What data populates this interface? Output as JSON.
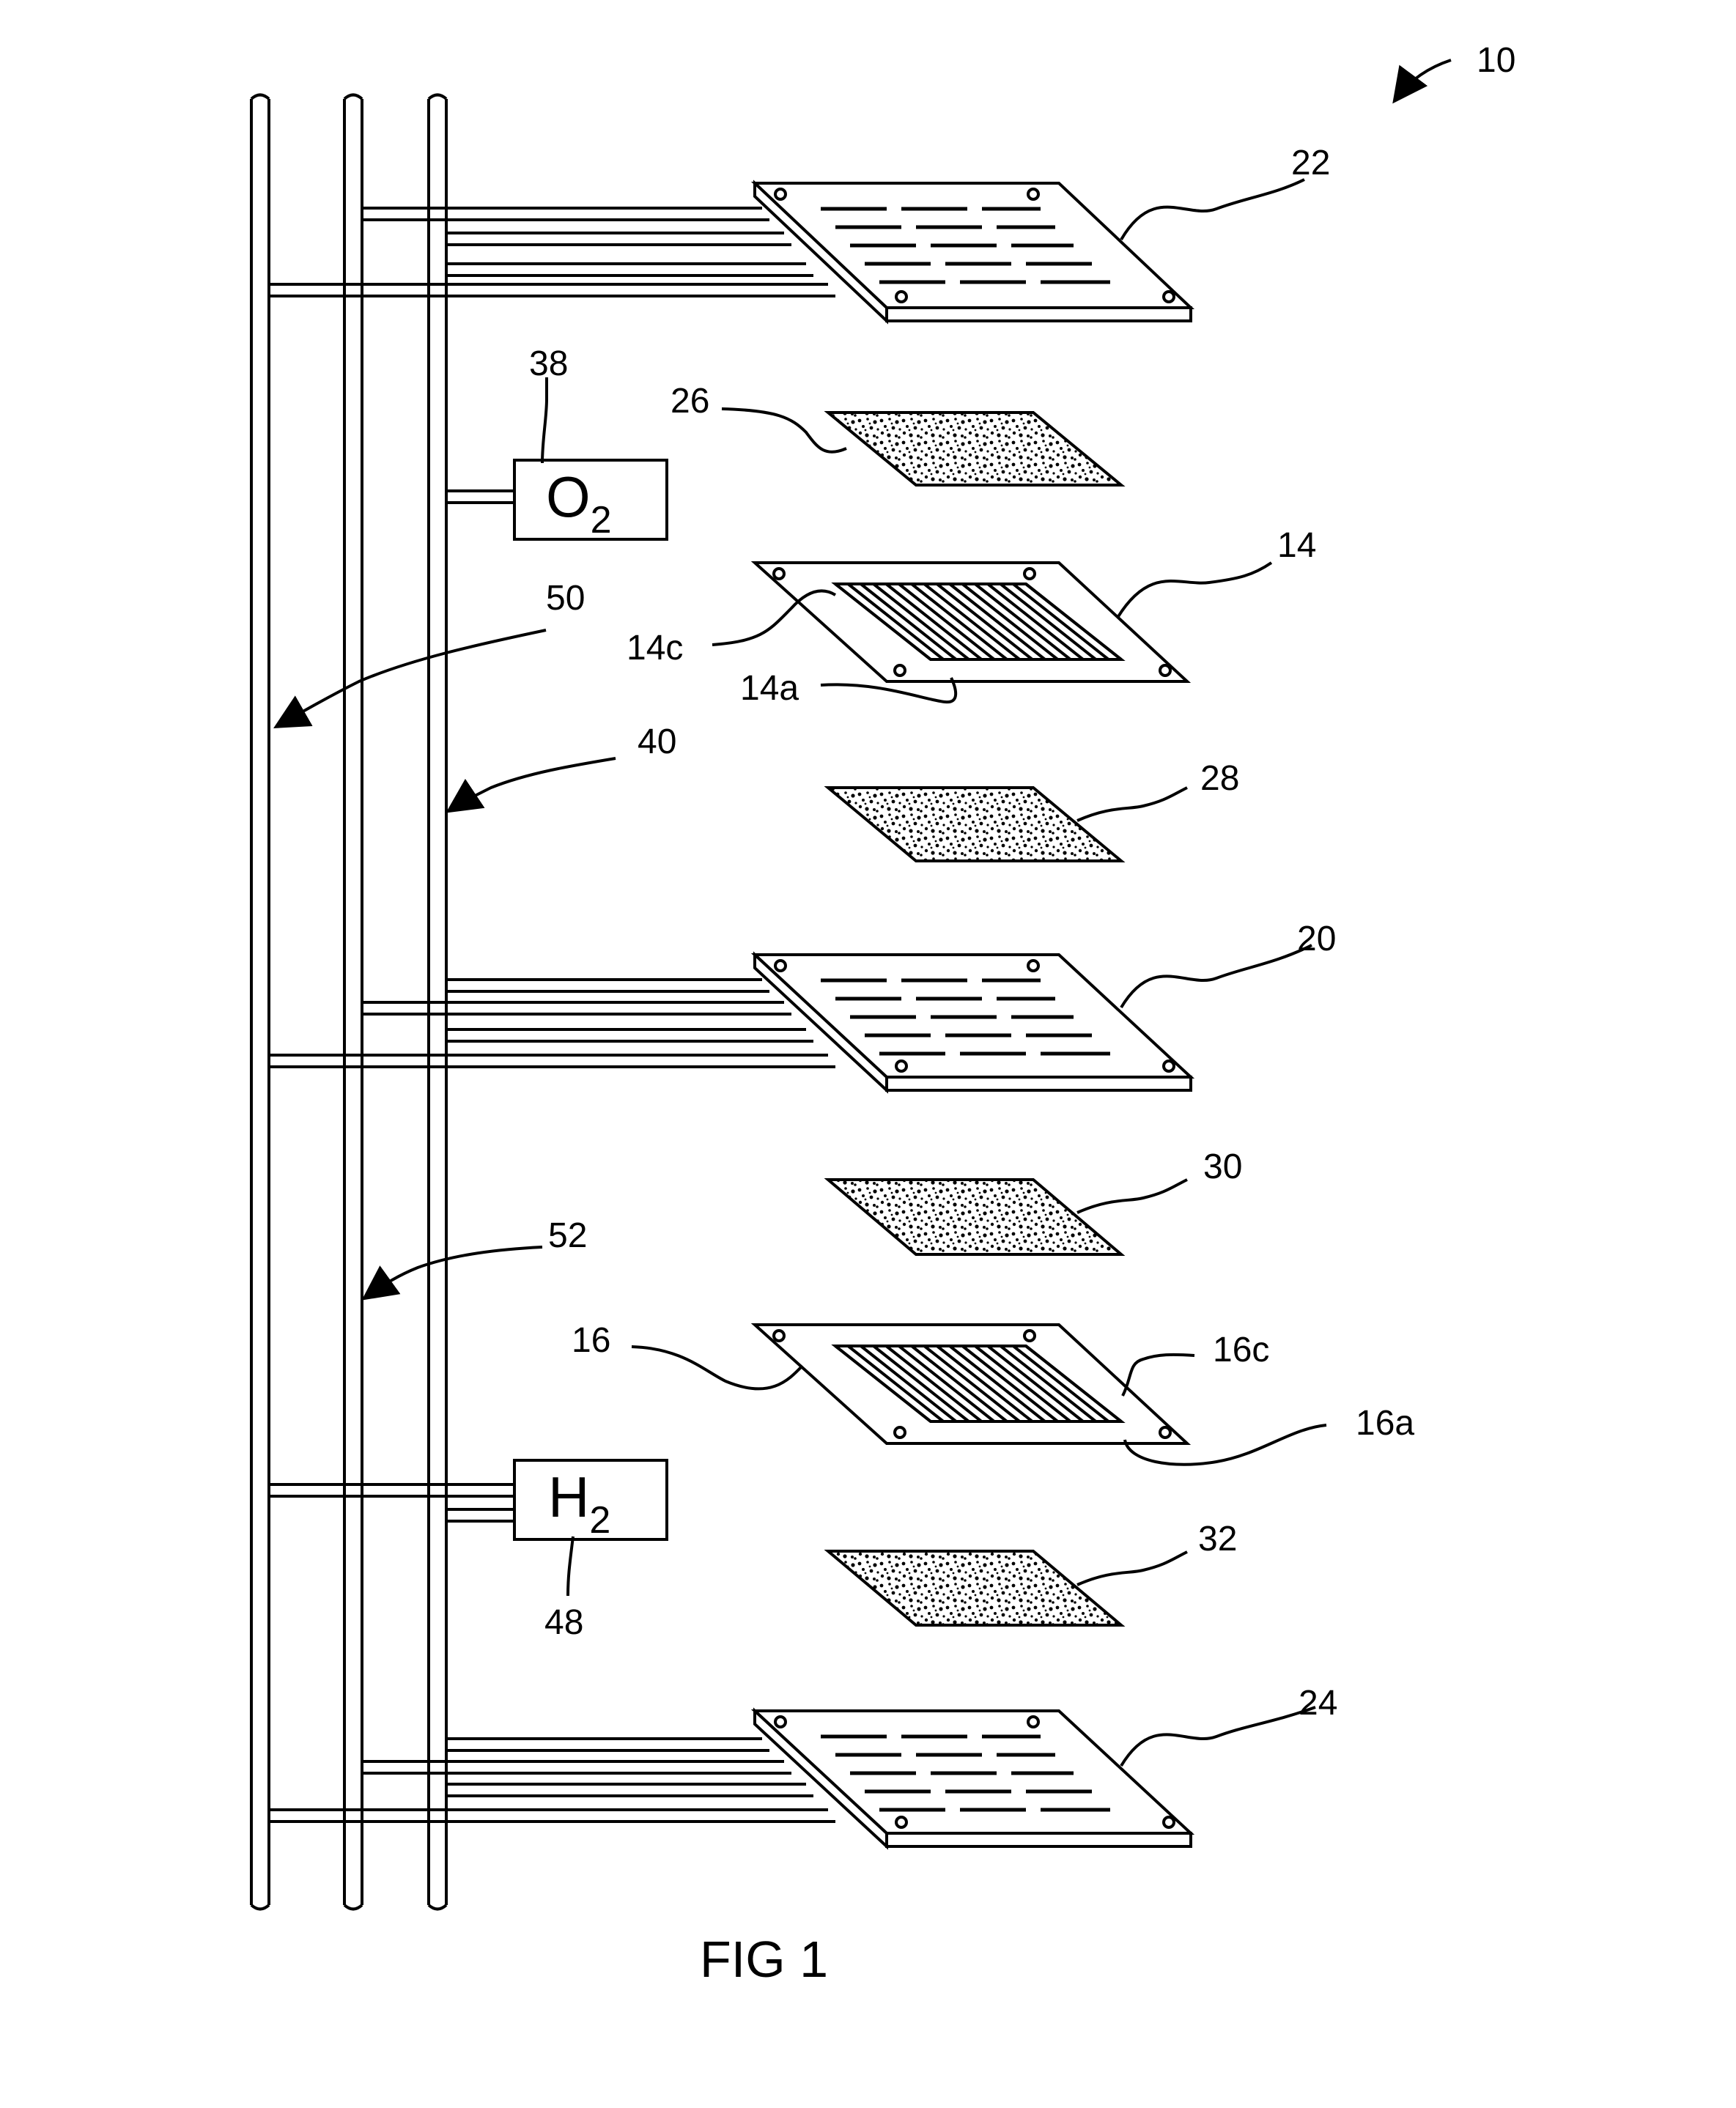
{
  "figure": {
    "caption": "FIG 1"
  },
  "references": {
    "assembly": "10",
    "plate_top": "22",
    "plate_mid": "20",
    "plate_bottom": "24",
    "diffusion_a": "26",
    "diffusion_b": "28",
    "diffusion_c": "30",
    "diffusion_d": "32",
    "membrane_upper": "14",
    "membrane_upper_c": "14c",
    "membrane_upper_a": "14a",
    "membrane_lower": "16",
    "membrane_lower_c": "16c",
    "membrane_lower_a": "16a",
    "o2_source": "38",
    "h2_source": "48",
    "line_40": "40",
    "line_50": "50",
    "line_52": "52"
  },
  "sources": {
    "o2": {
      "main": "O",
      "sub": "2"
    },
    "h2": {
      "main": "H",
      "sub": "2"
    }
  }
}
